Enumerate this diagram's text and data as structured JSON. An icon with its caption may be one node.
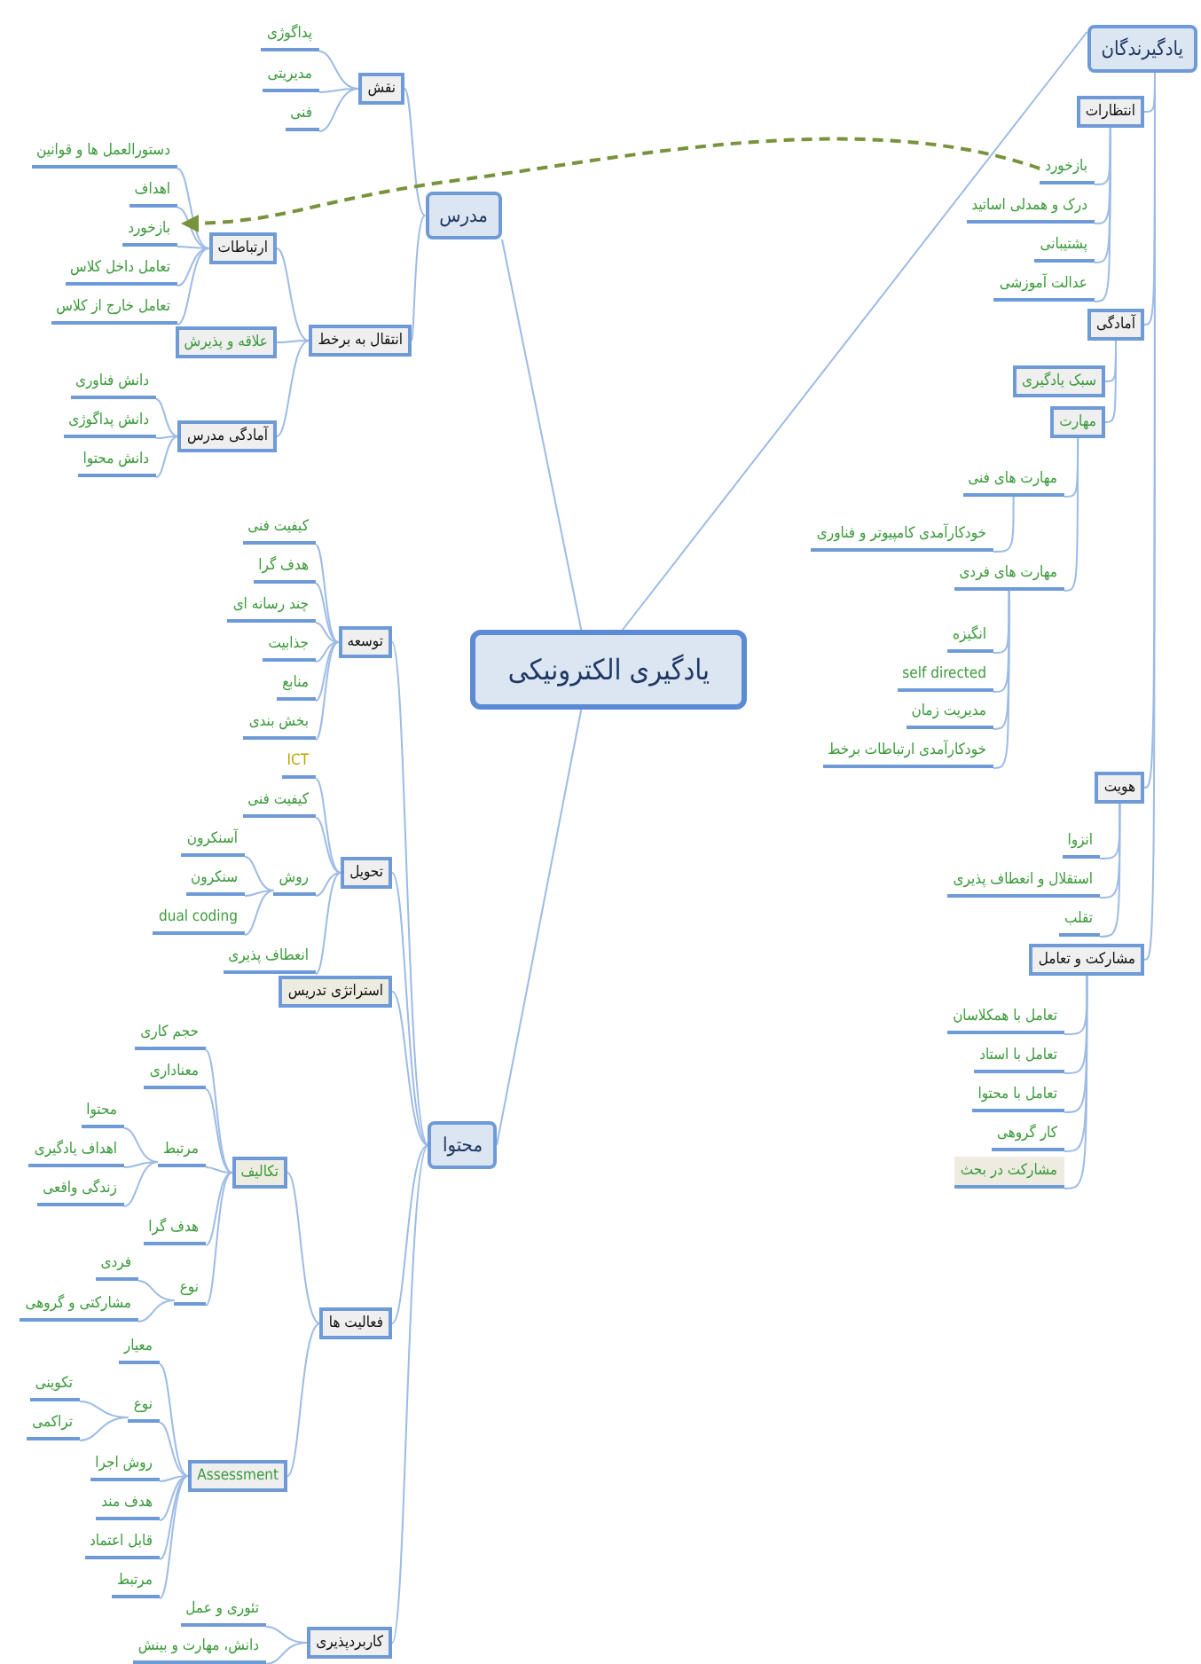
{
  "diagram": {
    "nodes": [
      {
        "text": [
          "یادگیری الکترونیکی"
        ]
      },
      {
        "text": [
          "مدرس"
        ]
      },
      {
        "text": [
          "نقش"
        ]
      },
      {
        "text": [
          "پداگوژی"
        ]
      },
      {
        "text": [
          "مدیریتی"
        ]
      },
      {
        "text": [
          "فنی"
        ]
      },
      {
        "text": [
          "انتقال به برخط"
        ]
      },
      {
        "text": [
          "ارتباطات"
        ]
      },
      {
        "text": [
          "دستورالعمل ها و قوانین"
        ]
      },
      {
        "text": [
          "اهداف"
        ]
      },
      {
        "text": [
          "بازخورد"
        ]
      },
      {
        "text": [
          "تعامل داخل کلاس"
        ]
      },
      {
        "text": [
          "تعامل خارج از کلاس"
        ]
      },
      {
        "text": [
          "علاقه و پذیرش"
        ]
      },
      {
        "text": [
          "آمادگی مدرس"
        ]
      },
      {
        "text": [
          "دانش فناوری"
        ]
      },
      {
        "text": [
          "دانش پداگوژی"
        ]
      },
      {
        "text": [
          "دانش محتوا"
        ]
      },
      {
        "text": [
          "محتوا"
        ]
      },
      {
        "text": [
          "توسعه"
        ]
      },
      {
        "text": [
          "کیفیت فنی"
        ]
      },
      {
        "text": [
          "هدف گرا"
        ]
      },
      {
        "text": [
          "چند رسانه ای"
        ]
      },
      {
        "text": [
          "جذابیت"
        ]
      },
      {
        "text": [
          "منابع"
        ]
      },
      {
        "text": [
          "بخش بندی"
        ]
      },
      {
        "text": [
          "تحویل"
        ]
      },
      {
        "text": [
          "ICT"
        ]
      },
      {
        "text": [
          "کیفیت فنی"
        ]
      },
      {
        "text": [
          "روش"
        ]
      },
      {
        "text": [
          "آسنکرون"
        ]
      },
      {
        "text": [
          "سنکرون"
        ]
      },
      {
        "text": [
          "dual coding"
        ]
      },
      {
        "text": [
          "انعطاف پذیری"
        ]
      },
      {
        "text": [
          "استراتژی تدریس"
        ]
      },
      {
        "text": [
          "فعالیت ها"
        ]
      },
      {
        "text": [
          "تکالیف"
        ]
      },
      {
        "text": [
          "حجم کاری"
        ]
      },
      {
        "text": [
          "معناداری"
        ]
      },
      {
        "text": [
          "مرتبط"
        ]
      },
      {
        "text": [
          "محتوا"
        ]
      },
      {
        "text": [
          "اهداف یادگیری"
        ]
      },
      {
        "text": [
          "زندگی واقعی"
        ]
      },
      {
        "text": [
          "هدف گرا"
        ]
      },
      {
        "text": [
          "نوع"
        ]
      },
      {
        "text": [
          "فردی"
        ]
      },
      {
        "text": [
          "مشارکتی و گروهی"
        ]
      },
      {
        "text": [
          "Assessment"
        ]
      },
      {
        "text": [
          "معیار"
        ]
      },
      {
        "text": [
          "نوع"
        ]
      },
      {
        "text": [
          "تکوینی"
        ]
      },
      {
        "text": [
          "تراکمی"
        ]
      },
      {
        "text": [
          "روش اجرا"
        ]
      },
      {
        "text": [
          "هدف مند"
        ]
      },
      {
        "text": [
          "قابل اعتماد"
        ]
      },
      {
        "text": [
          "مرتبط"
        ]
      },
      {
        "text": [
          "کاربردپذیری"
        ]
      },
      {
        "text": [
          "تئوری و عمل"
        ]
      },
      {
        "text": [
          "دانش، مهارت و بینش"
        ]
      },
      {
        "text": [
          "یادگیرندگان"
        ]
      },
      {
        "text": [
          "انتظارات"
        ]
      },
      {
        "text": [
          "بازخورد"
        ]
      },
      {
        "text": [
          "درک و همدلی اساتید"
        ]
      },
      {
        "text": [
          "پشتیبانی"
        ]
      },
      {
        "text": [
          "عدالت آموزشی"
        ]
      },
      {
        "text": [
          "آمادگی"
        ]
      },
      {
        "text": [
          "سبک یادگیری"
        ]
      },
      {
        "text": [
          "مهارت"
        ]
      },
      {
        "text": [
          "مهارت های فنی"
        ]
      },
      {
        "text": [
          "خودکارآمدی کامپیوتر و فناوری"
        ]
      },
      {
        "text": [
          "مهارت های فردی"
        ]
      },
      {
        "text": [
          "انگیزه"
        ]
      },
      {
        "text": [
          "self directed"
        ]
      },
      {
        "text": [
          "مدیریت زمان"
        ]
      },
      {
        "text": [
          "خودکارآمدی ارتباطات برخط"
        ]
      },
      {
        "text": [
          "هویت"
        ]
      },
      {
        "text": [
          "انزوا"
        ]
      },
      {
        "text": [
          "استقلال و انعطاف پذیری"
        ]
      },
      {
        "text": [
          "تقلب"
        ]
      },
      {
        "text": [
          "مشارکت و تعامل"
        ]
      },
      {
        "text": [
          "تعامل با همکلاسان"
        ]
      },
      {
        "text": [
          "تعامل با استاد"
        ]
      },
      {
        "text": [
          "تعامل با محتوا"
        ]
      },
      {
        "text": [
          "کار گروهی"
        ]
      },
      {
        "text": [
          "مشارکت در بحث"
        ]
      }
    ],
    "edges": [
      {
        "from": 0,
        "to": 1,
        "arrow": "none"
      },
      {
        "from": 1,
        "to": 2,
        "arrow": "none"
      },
      {
        "from": 2,
        "to": 3,
        "arrow": "none"
      },
      {
        "from": 2,
        "to": 4,
        "arrow": "none"
      },
      {
        "from": 2,
        "to": 5,
        "arrow": "none"
      },
      {
        "from": 1,
        "to": 6,
        "arrow": "none"
      },
      {
        "from": 6,
        "to": 7,
        "arrow": "none"
      },
      {
        "from": 7,
        "to": 8,
        "arrow": "none"
      },
      {
        "from": 7,
        "to": 9,
        "arrow": "none"
      },
      {
        "from": 7,
        "to": 10,
        "arrow": "none"
      },
      {
        "from": 7,
        "to": 11,
        "arrow": "none"
      },
      {
        "from": 7,
        "to": 12,
        "arrow": "none"
      },
      {
        "from": 6,
        "to": 13,
        "arrow": "none"
      },
      {
        "from": 6,
        "to": 14,
        "arrow": "none"
      },
      {
        "from": 14,
        "to": 15,
        "arrow": "none"
      },
      {
        "from": 14,
        "to": 16,
        "arrow": "none"
      },
      {
        "from": 14,
        "to": 17,
        "arrow": "none"
      },
      {
        "from": 0,
        "to": 18,
        "arrow": "none"
      },
      {
        "from": 18,
        "to": 19,
        "arrow": "none"
      },
      {
        "from": 19,
        "to": 20,
        "arrow": "none"
      },
      {
        "from": 19,
        "to": 21,
        "arrow": "none"
      },
      {
        "from": 19,
        "to": 22,
        "arrow": "none"
      },
      {
        "from": 19,
        "to": 23,
        "arrow": "none"
      },
      {
        "from": 19,
        "to": 24,
        "arrow": "none"
      },
      {
        "from": 19,
        "to": 25,
        "arrow": "none"
      },
      {
        "from": 18,
        "to": 26,
        "arrow": "none"
      },
      {
        "from": 26,
        "to": 27,
        "arrow": "none"
      },
      {
        "from": 26,
        "to": 28,
        "arrow": "none"
      },
      {
        "from": 26,
        "to": 29,
        "arrow": "none"
      },
      {
        "from": 29,
        "to": 30,
        "arrow": "none"
      },
      {
        "from": 29,
        "to": 31,
        "arrow": "none"
      },
      {
        "from": 29,
        "to": 32,
        "arrow": "none"
      },
      {
        "from": 26,
        "to": 33,
        "arrow": "none"
      },
      {
        "from": 18,
        "to": 34,
        "arrow": "none"
      },
      {
        "from": 18,
        "to": 35,
        "arrow": "none"
      },
      {
        "from": 35,
        "to": 36,
        "arrow": "none"
      },
      {
        "from": 36,
        "to": 37,
        "arrow": "none"
      },
      {
        "from": 36,
        "to": 38,
        "arrow": "none"
      },
      {
        "from": 36,
        "to": 39,
        "arrow": "none"
      },
      {
        "from": 39,
        "to": 40,
        "arrow": "none"
      },
      {
        "from": 39,
        "to": 41,
        "arrow": "none"
      },
      {
        "from": 39,
        "to": 42,
        "arrow": "none"
      },
      {
        "from": 36,
        "to": 43,
        "arrow": "none"
      },
      {
        "from": 36,
        "to": 44,
        "arrow": "none"
      },
      {
        "from": 44,
        "to": 45,
        "arrow": "none"
      },
      {
        "from": 44,
        "to": 46,
        "arrow": "none"
      },
      {
        "from": 35,
        "to": 47,
        "arrow": "none"
      },
      {
        "from": 47,
        "to": 48,
        "arrow": "none"
      },
      {
        "from": 47,
        "to": 49,
        "arrow": "none"
      },
      {
        "from": 49,
        "to": 50,
        "arrow": "none"
      },
      {
        "from": 49,
        "to": 51,
        "arrow": "none"
      },
      {
        "from": 47,
        "to": 52,
        "arrow": "none"
      },
      {
        "from": 47,
        "to": 53,
        "arrow": "none"
      },
      {
        "from": 47,
        "to": 54,
        "arrow": "none"
      },
      {
        "from": 47,
        "to": 55,
        "arrow": "none"
      },
      {
        "from": 18,
        "to": 56,
        "arrow": "none"
      },
      {
        "from": 56,
        "to": 57,
        "arrow": "none"
      },
      {
        "from": 56,
        "to": 58,
        "arrow": "none"
      },
      {
        "from": 0,
        "to": 59,
        "arrow": "none"
      },
      {
        "from": 59,
        "to": 60,
        "arrow": "none"
      },
      {
        "from": 60,
        "to": 61,
        "arrow": "none"
      },
      {
        "from": 60,
        "to": 62,
        "arrow": "none"
      },
      {
        "from": 60,
        "to": 63,
        "arrow": "none"
      },
      {
        "from": 60,
        "to": 64,
        "arrow": "none"
      },
      {
        "from": 59,
        "to": 65,
        "arrow": "none"
      },
      {
        "from": 65,
        "to": 66,
        "arrow": "none"
      },
      {
        "from": 65,
        "to": 67,
        "arrow": "none"
      },
      {
        "from": 67,
        "to": 68,
        "arrow": "none"
      },
      {
        "from": 68,
        "to": 69,
        "arrow": "none"
      },
      {
        "from": 67,
        "to": 70,
        "arrow": "none"
      },
      {
        "from": 70,
        "to": 71,
        "arrow": "none"
      },
      {
        "from": 70,
        "to": 72,
        "arrow": "none"
      },
      {
        "from": 70,
        "to": 73,
        "arrow": "none"
      },
      {
        "from": 70,
        "to": 74,
        "arrow": "none"
      },
      {
        "from": 59,
        "to": 75,
        "arrow": "none"
      },
      {
        "from": 75,
        "to": 76,
        "arrow": "none"
      },
      {
        "from": 75,
        "to": 77,
        "arrow": "none"
      },
      {
        "from": 75,
        "to": 78,
        "arrow": "none"
      },
      {
        "from": 59,
        "to": 79,
        "arrow": "none"
      },
      {
        "from": 79,
        "to": 80,
        "arrow": "none"
      },
      {
        "from": 79,
        "to": 81,
        "arrow": "none"
      },
      {
        "from": 79,
        "to": 82,
        "arrow": "none"
      },
      {
        "from": 79,
        "to": 83,
        "arrow": "none"
      },
      {
        "from": 79,
        "to": 84,
        "arrow": "none"
      },
      {
        "from": 61,
        "to": 10,
        "arrow": "to",
        "style": "dashed",
        "color": "#77933c"
      }
    ]
  }
}
